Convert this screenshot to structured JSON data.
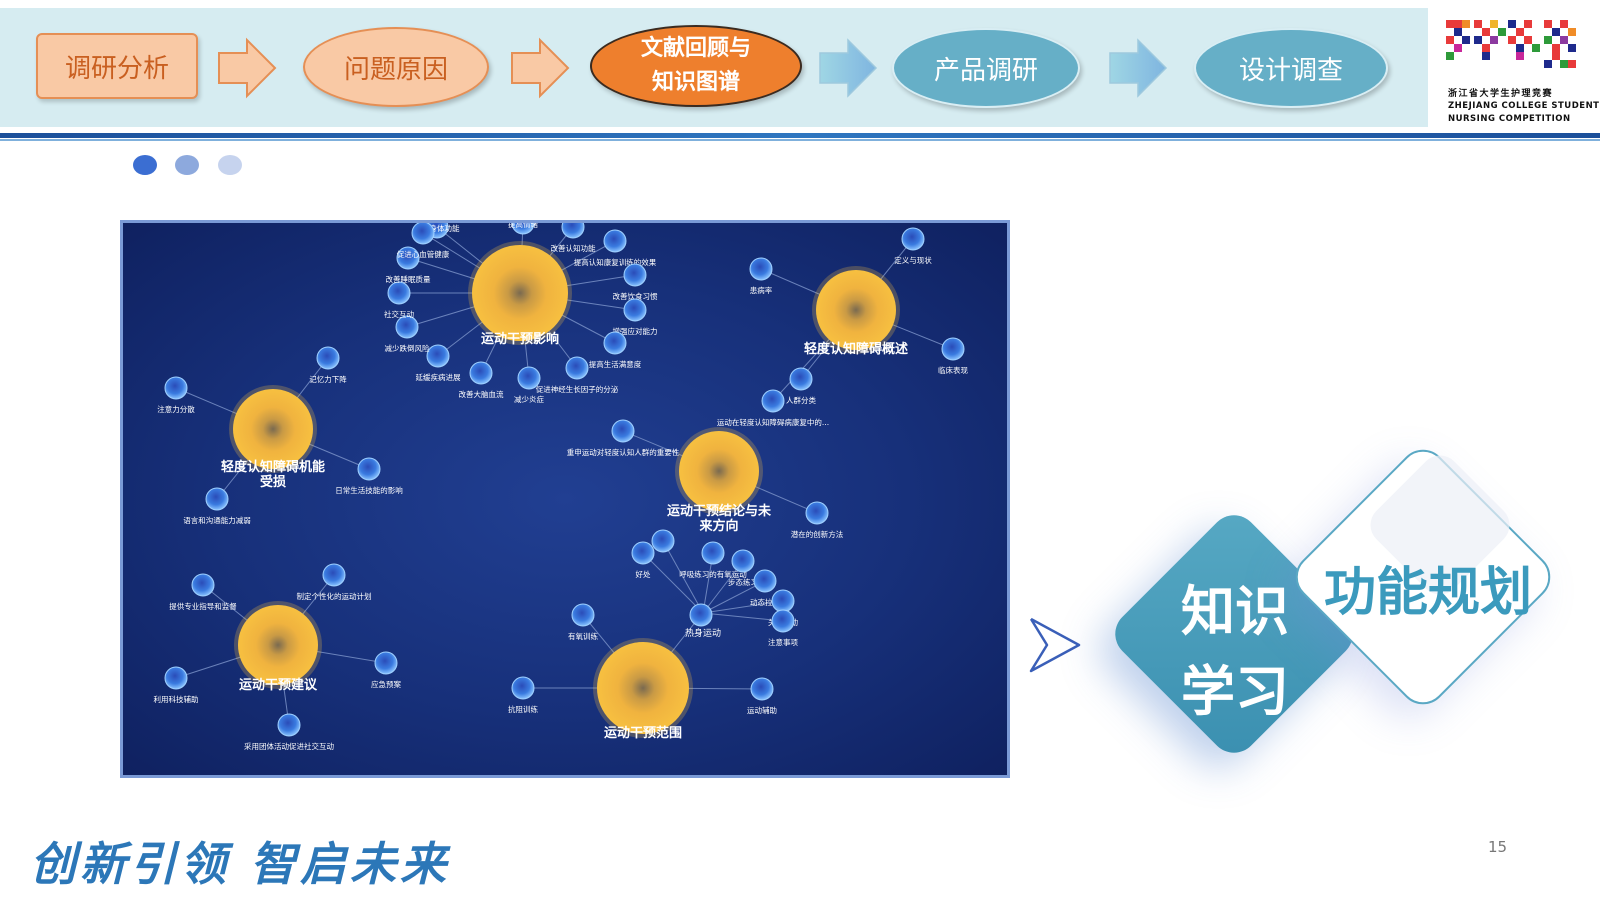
{
  "header": {
    "steps": [
      {
        "label": "调研分析"
      },
      {
        "label": "问题原因"
      },
      {
        "label_line1": "文献回顾与",
        "label_line2": "知识图谱",
        "active": true
      },
      {
        "label": "产品调研"
      },
      {
        "label": "设计调查"
      }
    ]
  },
  "logo": {
    "line1": "浙江省大学生护理竞赛",
    "line2": "ZHEJIANG COLLEGE STUDENTS",
    "line3": "NURSING COMPETITION"
  },
  "colors": {
    "peach": "#f9c9a5",
    "orange": "#ee7f2d",
    "teal": "#66afc7",
    "node_hub": "#f2b23c",
    "node_leaf": "#3f86e6",
    "graph_bg": "#17307a"
  },
  "knowledge_graph": {
    "hubs": [
      {
        "id": "h1",
        "label": "运动干预影响",
        "leaves": [
          "增强身体功能",
          "提高情绪",
          "改善认知功能",
          "提高认知康复训练的效果",
          "改善饮食习惯",
          "增强应对能力",
          "提高生活满意度",
          "促进神经生长因子的分泌",
          "减少炎症",
          "改善大脑血流",
          "延缓疾病进展",
          "减少跌倒风险",
          "社交互动",
          "改善睡眠质量",
          "促进心血管健康"
        ]
      },
      {
        "id": "h2",
        "label": "轻度认知障碍概述",
        "leaves": [
          "定义与现状",
          "患病率",
          "临床表现",
          "人群分类",
          "运动在轻度认知障碍病康复中的..."
        ]
      },
      {
        "id": "h3",
        "label": "轻度认知障碍机能受损",
        "leaves": [
          "记忆力下降",
          "注意力分散",
          "日常生活技能的影响",
          "语言和沟通能力减弱"
        ]
      },
      {
        "id": "h4",
        "label": "运动干预结论与未来方向",
        "leaves": [
          "重申运动对轻度认知人群的重要性",
          "潜在的创新方法"
        ]
      },
      {
        "id": "h5",
        "label": "运动干预建议",
        "leaves": [
          "提供专业指导和监督",
          "制定个性化的运动计划",
          "应急预案",
          "利用科技辅助",
          "采用团体活动促进社交互动"
        ]
      },
      {
        "id": "h6",
        "label": "运动干预范围",
        "leaves": [
          "有氧训练",
          "抗阻训练",
          "运动辅助",
          "热身运动"
        ]
      },
      {
        "id": "h7",
        "label": "热身运动",
        "leaves": [
          "呼吸练习",
          "好处",
          "呼吸练习的有氧运动",
          "步态练习",
          "动态拉伸",
          "关节活动",
          "注意事项"
        ]
      }
    ]
  },
  "panel": {
    "left": "知识学习",
    "left_line1": "知识",
    "left_line2": "学习",
    "right": "功能规划"
  },
  "footer": {
    "slogan": "创新引领  智启未来",
    "page_number": "15"
  }
}
